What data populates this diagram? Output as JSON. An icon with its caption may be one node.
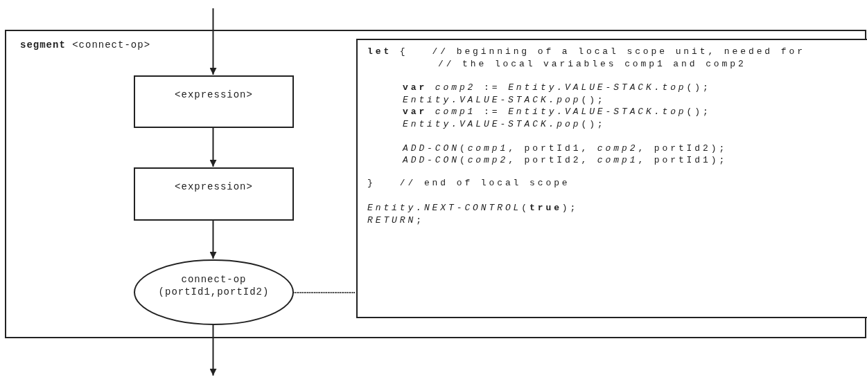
{
  "diagram": {
    "nodes": [
      {
        "text": [
          "**segment** <connect-op>"
        ]
      },
      {
        "text": [
          "<expression>"
        ],
        "in": 0
      },
      {
        "text": [
          "<expression>"
        ],
        "in": 0
      },
      {
        "text": [
          "connect-op (portId1,portId2)"
        ],
        "in": 0
      },
      {
        "text": [
          "**let** {   // beginning of a local scope unit, needed for",
          "// the local variables comp1 and comp2",
          "**var** *comp2* := *Entity.VALUE-STACK.top*();",
          "*Entity.VALUE-STACK.pop*();",
          "**var** *comp1* := *Entity.VALUE-STACK.top*();",
          "*Entity.VALUE-STACK.pop*();",
          "*ADD-CON*(*comp1*, portId1, *comp2*, portId2);",
          "*ADD-CON*(*comp2*, portId2, *comp1*, portId1);",
          "}   // end of local scope",
          "*Entity.NEXT-CONTROL*(**true**);",
          "*RETURN*;"
        ],
        "in": 0
      }
    ],
    "edges": [
      {
        "from": null,
        "to": 1,
        "arrow": "to"
      },
      {
        "from": 1,
        "to": 2,
        "arrow": "to"
      },
      {
        "from": 2,
        "to": 3,
        "arrow": "to"
      },
      {
        "from": 3,
        "to": null,
        "arrow": "to"
      },
      {
        "from": 3,
        "to": 4,
        "arrow": "none",
        "style": "dashed"
      }
    ]
  }
}
